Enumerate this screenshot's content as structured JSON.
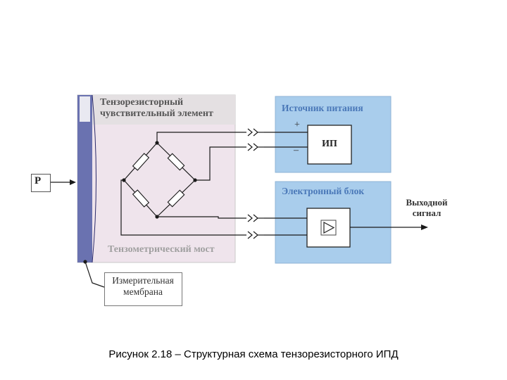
{
  "diagram": {
    "sensor_title": "Тензорезисторный\nчувствительный элемент",
    "bridge_title": "Тензометрический мост",
    "power_title": "Источник питания",
    "electronics_title": "Электронный блок",
    "plus_sign": "+",
    "minus_sign": "–",
    "power_unit_label": "ИП",
    "pressure_label": "P",
    "output_label": "Выходной\nсигнал",
    "membrane_label": "Измерительная\nмембрана",
    "amplifier_icon": "amplifier-triangle-icon",
    "colors": {
      "sensor_fill": "#efe4ec",
      "membrane_fill": "#6a72b0",
      "panel_fill": "#a9cdec",
      "line": "#1a1a1a"
    }
  },
  "caption": "Рисунок 2.18 – Структурная схема тензорезисторного ИПД"
}
